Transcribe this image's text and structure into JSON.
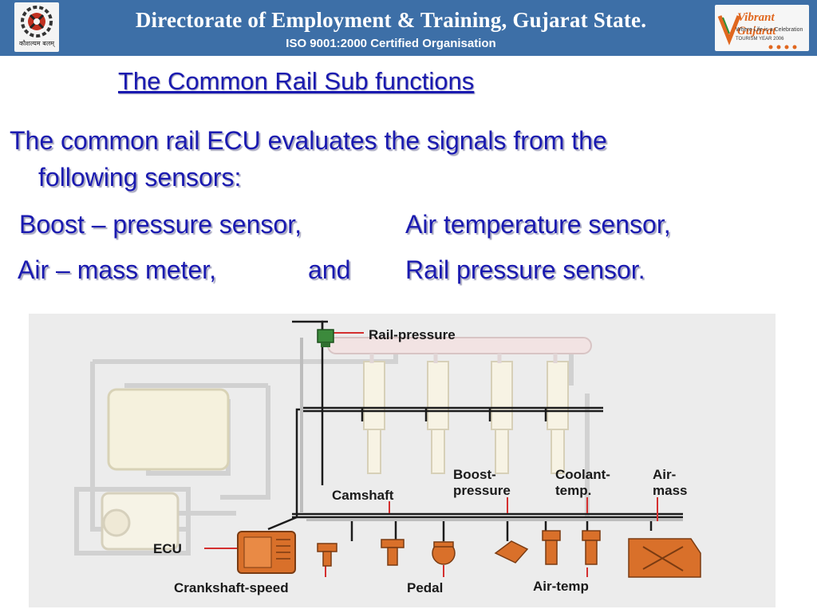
{
  "header": {
    "logo_left_caption": "कौशल्यम बलम्",
    "title": "Directorate of Employment & Training, Gujarat State.",
    "subtitle": "ISO 9001:2000 Certified Organisation",
    "logo_right": {
      "name": "Vibrant Gujarat",
      "tagline": "Where Life is a Celebration",
      "small": "TOURISM YEAR 2006"
    }
  },
  "slide": {
    "title": "The Common Rail Sub functions",
    "intro_line1": "The common rail ECU evaluates the signals from the",
    "intro_line2": "following sensors:",
    "sensors_line1_a": "Boost – pressure sensor,",
    "sensors_line1_b": "Air temperature sensor,",
    "sensors_line2_a": "Air – mass meter,",
    "sensors_line2_b": "and",
    "sensors_line2_c": "Rail pressure sensor."
  },
  "diagram": {
    "labels": {
      "rail_pressure": "Rail-pressure",
      "camshaft": "Camshaft",
      "boost_1": "Boost-",
      "boost_2": "pressure",
      "coolant_1": "Coolant-",
      "coolant_2": "temp.",
      "airmass_1": "Air-",
      "airmass_2": "mass",
      "ecu": "ECU",
      "crankshaft": "Crankshaft-speed",
      "pedal": "Pedal",
      "air_temp": "Air-temp"
    }
  },
  "colors": {
    "header_bg": "#3d6fa7",
    "title_text": "#1a1ab0",
    "component_orange": "#d9702a",
    "diagram_bg": "#ececec"
  }
}
